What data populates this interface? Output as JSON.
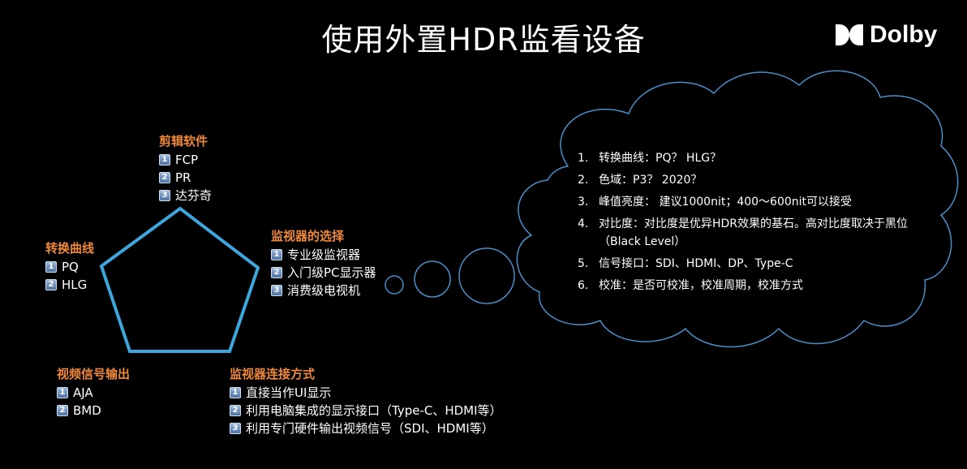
{
  "title": "使用外置HDR监看设备",
  "logo": {
    "text": "Dolby"
  },
  "groups": {
    "editing": {
      "title": "剪辑软件",
      "items": [
        "FCP",
        "PR",
        "达芬奇"
      ]
    },
    "monitor_choice": {
      "title": "监视器的选择",
      "items": [
        "专业级监视器",
        "入门级PC显示器",
        "消费级电视机"
      ]
    },
    "curve": {
      "title": "转换曲线",
      "items": [
        "PQ",
        "HLG"
      ]
    },
    "video_out": {
      "title": "视频信号输出",
      "items": [
        "AJA",
        "BMD"
      ]
    },
    "connection": {
      "title": "监视器连接方式",
      "items": [
        "直接当作UI显示",
        "利用电脑集成的显示接口（Type-C、HDMI等）",
        "利用专门硬件输出视频信号（SDI、HDMI等）"
      ]
    }
  },
  "badges": [
    "1",
    "2",
    "3"
  ],
  "cloud": {
    "items": [
      {
        "num": "1.",
        "text": "转换曲线：PQ？ HLG？"
      },
      {
        "num": "2.",
        "text": "色域：P3？ 2020？"
      },
      {
        "num": "3.",
        "text": "峰值亮度： 建议1000nit；400～600nit可以接受"
      },
      {
        "num": "4.",
        "text": "对比度：对比度是优异HDR效果的基石。高对比度取决于黑位（Black Level）"
      },
      {
        "num": "5.",
        "text": "信号接口：SDI、HDMI、DP、Type-C"
      },
      {
        "num": "6.",
        "text": "校准：是否可校准，校准周期，校准方式"
      }
    ]
  },
  "colors": {
    "accent": "#f0883a",
    "pentagon": "#3ea6dc",
    "cloud_outline": "#4a8ec8"
  }
}
